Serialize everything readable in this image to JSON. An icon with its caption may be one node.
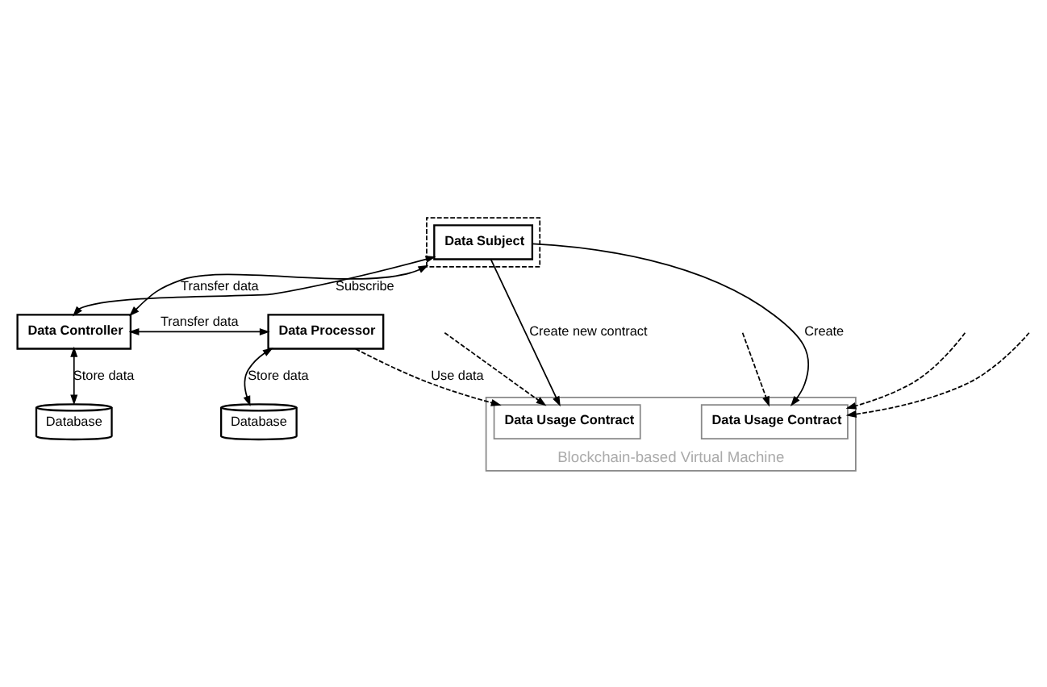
{
  "diagram": {
    "nodes": [
      {
        "text": [],
        "shape": "box"
      },
      {
        "text": [
          "Data Subject"
        ],
        "in": 0
      },
      {
        "text": [
          "Data Controller"
        ]
      },
      {
        "text": [
          "Data Processor"
        ]
      },
      {
        "text": [
          "Database"
        ]
      },
      {
        "text": [
          "Database"
        ]
      },
      {
        "text": [
          "Blockchain-based Virtual Machine"
        ]
      },
      {
        "text": [
          "Data Usage Contract"
        ],
        "in": 6
      },
      {
        "text": [
          "Data Usage Contract"
        ],
        "in": 6
      }
    ],
    "edges": [
      {
        "from": 1,
        "to": 2,
        "arrow": "both",
        "label": "Subscribe"
      },
      {
        "from": 0,
        "to": 2,
        "arrow": "both",
        "label": "Transfer data"
      },
      {
        "from": 2,
        "to": 3,
        "arrow": "both",
        "label": "Transfer data"
      },
      {
        "from": 2,
        "to": 4,
        "arrow": "both",
        "label": "Store data"
      },
      {
        "from": 3,
        "to": 5,
        "arrow": "both",
        "label": "Store data"
      },
      {
        "from": 1,
        "to": 7,
        "arrow": "to",
        "label": "Create"
      },
      {
        "from": 1,
        "to": 8,
        "arrow": "to",
        "label": "Create new contract"
      },
      {
        "from": null,
        "to": 7,
        "arrow": "to",
        "style": "dashed"
      },
      {
        "from": null,
        "to": 7,
        "arrow": "to",
        "style": "dashed"
      },
      {
        "from": null,
        "to": 7,
        "arrow": "to",
        "style": "dashed"
      },
      {
        "from": null,
        "to": 8,
        "arrow": "to",
        "style": "dashed"
      },
      {
        "from": 3,
        "to": 8,
        "arrow": "to",
        "style": "dashed",
        "label": "Use data"
      }
    ]
  }
}
